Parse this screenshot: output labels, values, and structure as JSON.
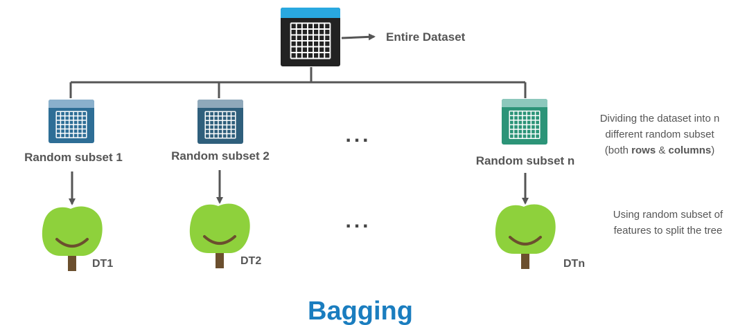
{
  "main_dataset": {
    "label": "Entire Dataset",
    "icon": "spreadsheet-icon",
    "color": "#222222",
    "header_color": "#29a8e0"
  },
  "subsets": [
    {
      "label": "Random subset 1",
      "tree_label": "DT1",
      "icon": "spreadsheet-icon",
      "color": "#2e6e96",
      "header_color": "#8ab0cc"
    },
    {
      "label": "Random subset 2",
      "tree_label": "DT2",
      "icon": "spreadsheet-icon",
      "color": "#2f5f7c",
      "header_color": "#8fa8ba"
    },
    {
      "label": "Random subset n",
      "tree_label": "DTn",
      "icon": "spreadsheet-icon",
      "color": "#2c9478",
      "header_color": "#8cc8bc"
    }
  ],
  "ellipsis": "...",
  "notes": {
    "subsets": {
      "line1": "Dividing the dataset into n",
      "line2": "different random subset",
      "line3_prefix": "(both ",
      "line3_rows": "rows",
      "line3_amp": " & ",
      "line3_columns": "columns",
      "line3_suffix": ")"
    },
    "trees": {
      "line1": "Using random subset of",
      "line2": "features to split the tree"
    }
  },
  "title": "Bagging",
  "colors": {
    "title": "#1a7dbf",
    "connector": "#555555",
    "tree_crown": "#8ed13c",
    "tree_trunk": "#6b4f2e"
  }
}
